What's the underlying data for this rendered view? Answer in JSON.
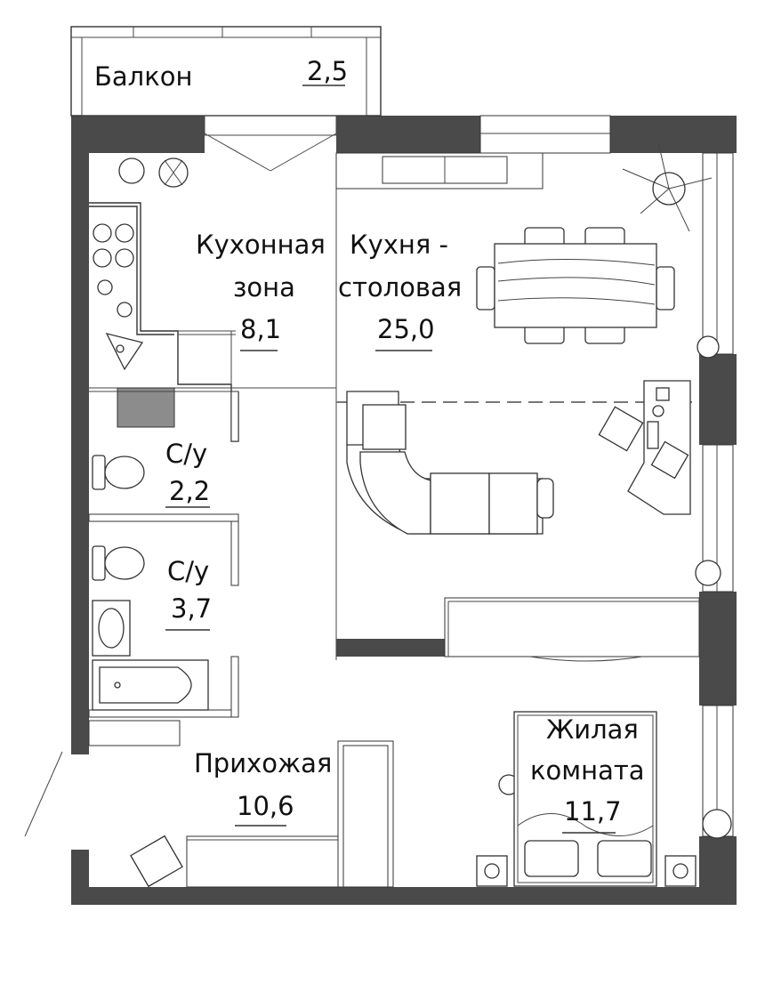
{
  "colors": {
    "wall": "#4a4a4a",
    "line": "#333333",
    "background": "#ffffff",
    "fixture_fill": "#8c8c8c"
  },
  "rooms": {
    "balcony": {
      "name_lines": [
        "Балкон"
      ],
      "area": "2,5"
    },
    "kitchen_zone": {
      "name_lines": [
        "Кухонная",
        "зона"
      ],
      "area": "8,1"
    },
    "kitchen_dining": {
      "name_lines": [
        "Кухня -",
        "столовая"
      ],
      "area": "25,0"
    },
    "bath1": {
      "name_lines": [
        "С/у"
      ],
      "area": "2,2"
    },
    "bath2": {
      "name_lines": [
        "С/у"
      ],
      "area": "3,7"
    },
    "hallway": {
      "name_lines": [
        "Прихожая"
      ],
      "area": "10,6"
    },
    "bedroom": {
      "name_lines": [
        "Жилая",
        "комната"
      ],
      "area": "11,7"
    }
  },
  "icons": [
    "stove-icon",
    "sink-icon",
    "toilet-icon",
    "bathtub-icon",
    "sofa-icon",
    "dining-table-icon",
    "desk-icon",
    "bed-icon",
    "plant-icon",
    "armchair-icon",
    "door-swing-icon"
  ]
}
